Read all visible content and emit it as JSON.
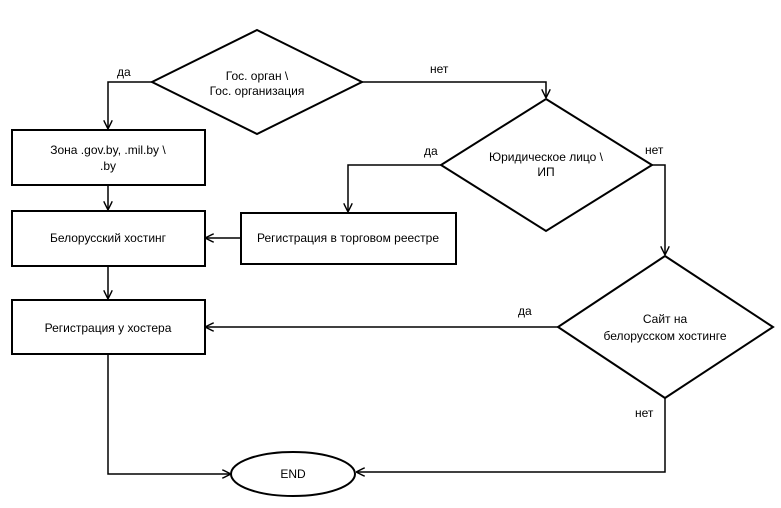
{
  "nodes": {
    "gov_decision": {
      "line1": "Гос. орган \\",
      "line2": "Гос. организация"
    },
    "zone_box": {
      "line1": "Зона .gov.by, .mil.by \\",
      "line2": ".by"
    },
    "belarus_hosting_box": {
      "label": "Белорусский хостинг"
    },
    "hoster_registration_box": {
      "label": "Регистрация у хостера"
    },
    "legal_entity_decision": {
      "line1": "Юридическое лицо \\",
      "line2": "ИП"
    },
    "trade_registry_box": {
      "label": "Регистрация в торговом реестре"
    },
    "site_hosting_decision": {
      "line1": "Сайт на",
      "line2": "белорусском хостинге"
    },
    "end_node": {
      "label": "END"
    }
  },
  "edge_labels": {
    "gov_yes": "да",
    "gov_no": "нет",
    "legal_yes": "да",
    "legal_no": "нет",
    "site_yes": "да",
    "site_no": "нет"
  }
}
